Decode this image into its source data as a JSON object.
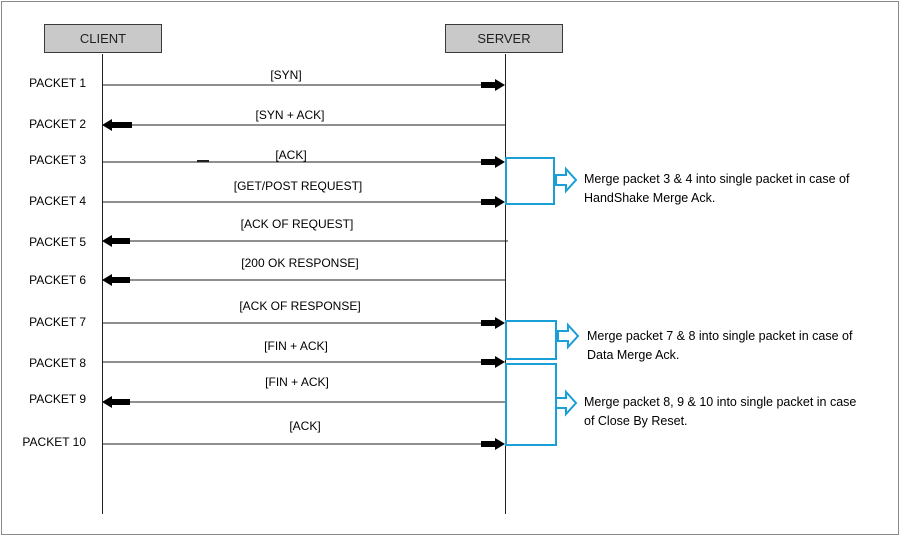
{
  "actors": {
    "client": "CLIENT",
    "server": "SERVER"
  },
  "packets": [
    {
      "label": "PACKET 1",
      "message": "[SYN]",
      "direction": "to-server"
    },
    {
      "label": "PACKET 2",
      "message": "[SYN + ACK]",
      "direction": "to-client"
    },
    {
      "label": "PACKET 3",
      "message": "[ACK]",
      "direction": "to-server"
    },
    {
      "label": "PACKET 4",
      "message": "[GET/POST REQUEST]",
      "direction": "to-server"
    },
    {
      "label": "PACKET 5",
      "message": "[ACK OF REQUEST]",
      "direction": "to-client"
    },
    {
      "label": "PACKET 6",
      "message": "[200 OK RESPONSE]",
      "direction": "to-client"
    },
    {
      "label": "PACKET 7",
      "message": "[ACK OF RESPONSE]",
      "direction": "to-server"
    },
    {
      "label": "PACKET 8",
      "message": "[FIN + ACK]",
      "direction": "to-server"
    },
    {
      "label": "PACKET 9",
      "message": "[FIN + ACK]",
      "direction": "to-client"
    },
    {
      "label": "PACKET 10",
      "message": "[ACK]",
      "direction": "to-server"
    }
  ],
  "notes": [
    {
      "line1": "Merge packet 3 & 4 into single packet in case of",
      "line2": "HandShake Merge Ack."
    },
    {
      "line1": "Merge packet 7 & 8 into single packet in case of",
      "line2": "Data Merge Ack."
    },
    {
      "line1": "Merge packet 8, 9 & 10 into single packet in case",
      "line2": "of Close By Reset."
    }
  ],
  "colors": {
    "highlight": "#1a9fd6",
    "actor_fill": "#c9c9c9",
    "line": "#1f1f1f"
  }
}
